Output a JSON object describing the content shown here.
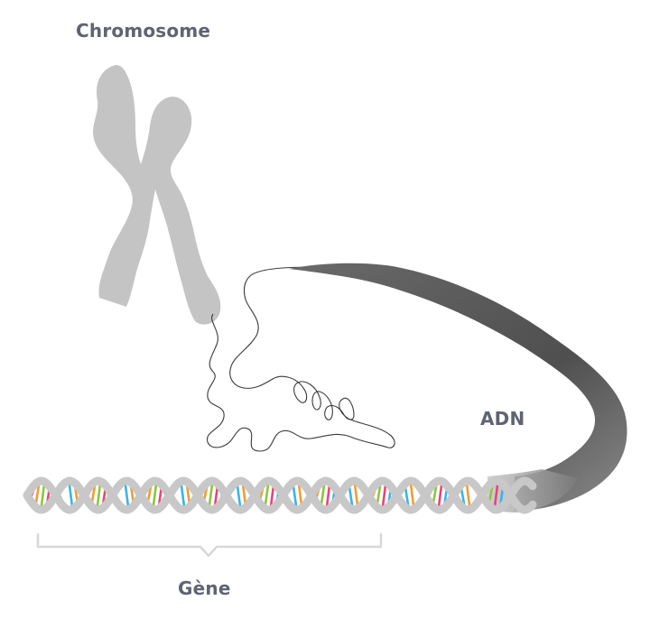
{
  "labels": {
    "chromosome": "Chromosome",
    "dna": "ADN",
    "gene": "Gène"
  },
  "colors": {
    "label_text": "#5f6372",
    "chromosome_fill": "#c4c4c4",
    "dna_backbone": "#c8c8c8",
    "dna_ribbon_dark": "#5a5a5a",
    "dna_ribbon_light": "#9a9a9a",
    "gene_bracket": "#d8d8d8",
    "thread": "#3a3a3a",
    "base_pair_colors": [
      "#e8457a",
      "#3ab5e6",
      "#f39c32",
      "#8cc63f",
      "#ffffff"
    ]
  },
  "icons": {
    "chromosome": "x-chromosome-shape",
    "dna": "double-helix",
    "bracket": "curly-bracket-down"
  }
}
